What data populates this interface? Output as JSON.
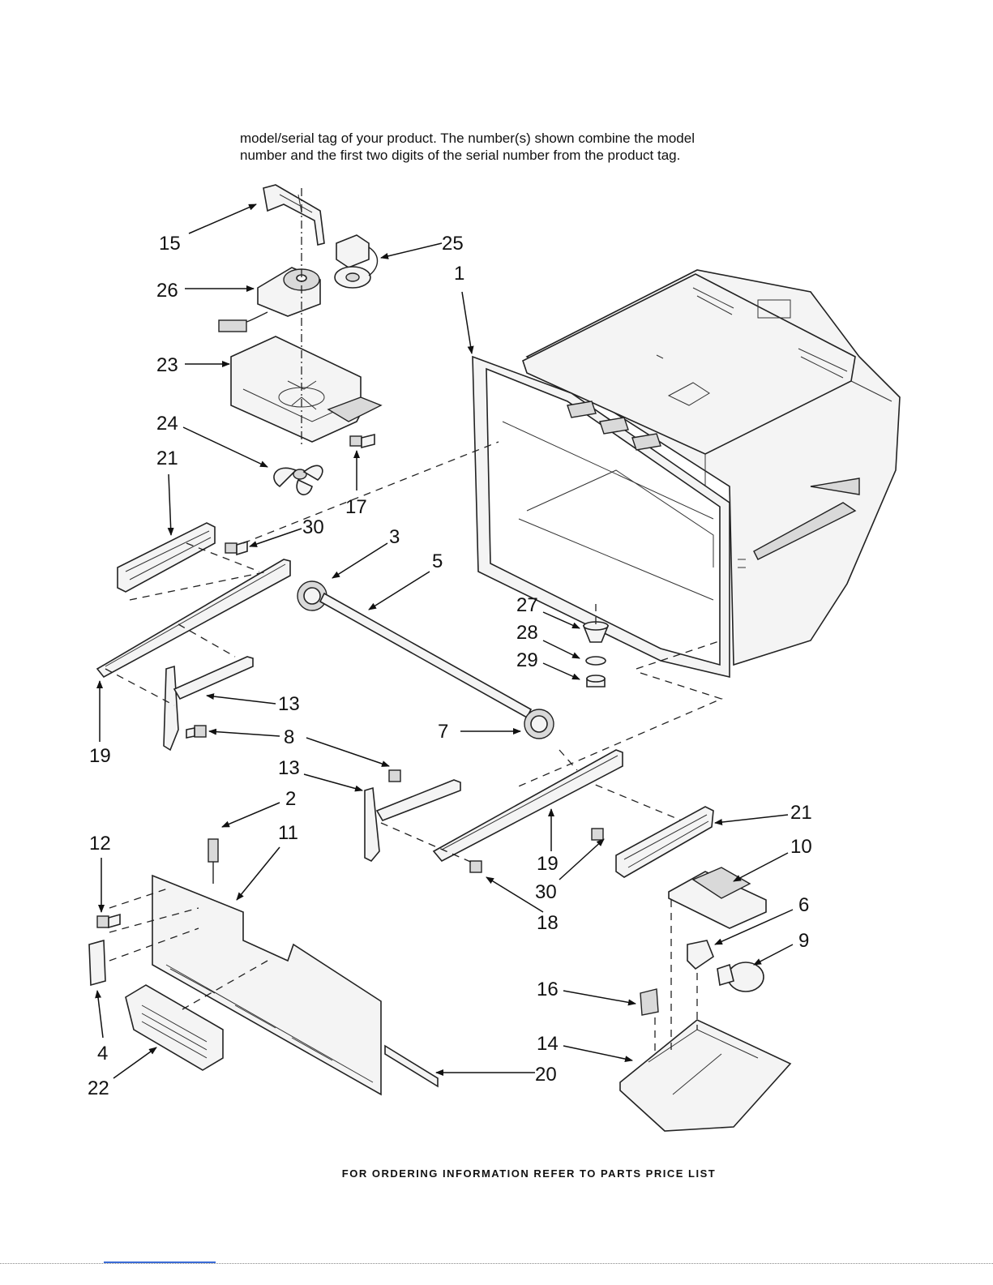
{
  "header": {
    "line1": "model/serial tag of your product. The number(s) shown combine the model",
    "line2": "number and the first two digits of the serial number from the product tag."
  },
  "footer": "FOR ORDERING INFORMATION REFER TO PARTS PRICE LIST",
  "callouts": {
    "c1": "1",
    "c2": "2",
    "c3": "3",
    "c4": "4",
    "c5": "5",
    "c6": "6",
    "c7": "7",
    "c8": "8",
    "c9": "9",
    "c10": "10",
    "c11": "11",
    "c12": "12",
    "c13a": "13",
    "c13b": "13",
    "c14": "14",
    "c15": "15",
    "c16": "16",
    "c17": "17",
    "c18": "18",
    "c19a": "19",
    "c19b": "19",
    "c20": "20",
    "c21a": "21",
    "c21b": "21",
    "c22": "22",
    "c23": "23",
    "c24": "24",
    "c25": "25",
    "c26": "26",
    "c27": "27",
    "c28": "28",
    "c29": "29",
    "c30a": "30",
    "c30b": "30"
  }
}
